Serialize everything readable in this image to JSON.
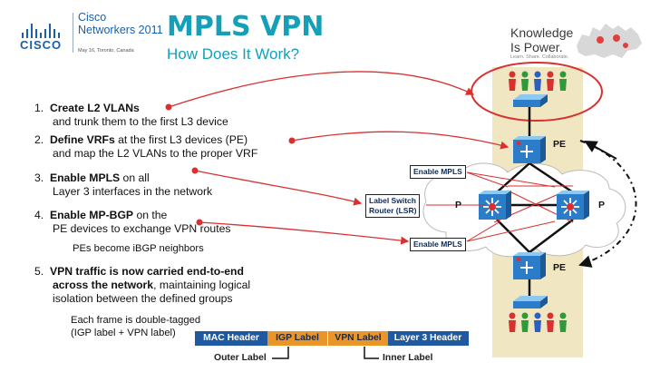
{
  "header": {
    "logo_text": "CISCO",
    "event_lines": [
      "Cisco",
      "Networkers 2011"
    ],
    "event_sub": "May 16, Toronto, Canada",
    "title": "MPLS VPN",
    "subtitle": "How Does It Work?",
    "kp_lines": [
      "Knowledge",
      "Is Power."
    ],
    "kp_sub": "Learn. Share. Collaborate."
  },
  "steps": [
    {
      "num": "1.",
      "bold": "Create L2 VLANs",
      "rest": "",
      "line2": "and trunk them to the first L3 device"
    },
    {
      "num": "2.",
      "bold": "Define VRFs",
      "rest": " at the first L3 devices (PE)",
      "line2": "and map the L2 VLANs to the proper VRF"
    },
    {
      "num": "3.",
      "bold": "Enable MPLS",
      "rest": " on all",
      "line2": "Layer 3 interfaces in the network"
    },
    {
      "num": "4.",
      "bold": "Enable MP-BGP",
      "rest": " on the",
      "line2": "PE devices to exchange VPN routes"
    },
    {
      "num": "5.",
      "bold": "VPN traffic is now carried end-to-end",
      "rest": "",
      "line2b": "across the network",
      "line2": ", maintaining logical",
      "line3": "isolation between the defined groups"
    }
  ],
  "notes": {
    "ibgp": "PEs become iBGP neighbors",
    "double_tag_1": "Each frame is double-tagged",
    "double_tag_2": "(IGP label + VPN label)"
  },
  "diagram": {
    "enable_mpls_top": "Enable MPLS",
    "enable_mpls_bottom": "Enable MPLS",
    "lsr_1": "Label Switch",
    "lsr_2": "Router (LSR)",
    "pe_top": "PE",
    "pe_bottom": "PE",
    "p_left": "P",
    "p_right": "P"
  },
  "frame": {
    "cells": [
      "MAC Header",
      "IGP Label",
      "VPN Label",
      "Layer 3 Header"
    ],
    "outer_label": "Outer Label",
    "inner_label": "Inner Label"
  },
  "colors": {
    "title": "#13a0b8",
    "cisco_blue": "#1b5fa8",
    "arrow_red": "#d93030",
    "band": "#f1e6c2",
    "frame_blue": "#1f5aa0",
    "frame_orange": "#e8952a"
  },
  "icons": [
    "cisco-logo-icon",
    "canada-map-icon",
    "switch-icon",
    "router-icon",
    "user-icon",
    "cloud-icon"
  ]
}
